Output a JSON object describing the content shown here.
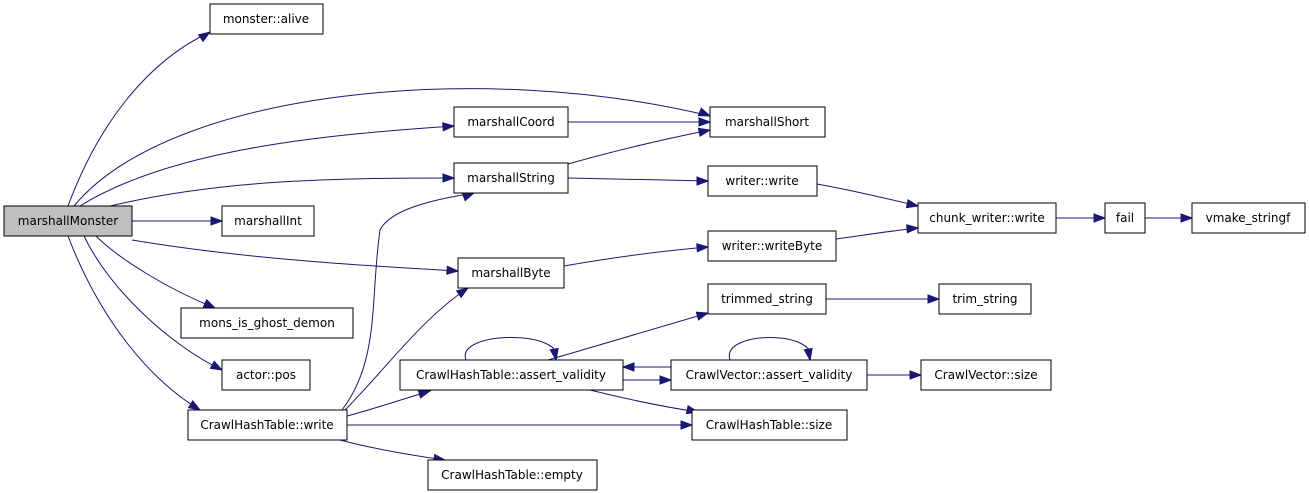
{
  "colors": {
    "edge": "#191970",
    "root_fill": "#bfbfbf",
    "node_fill": "#ffffff",
    "node_border": "#000000"
  },
  "nodes": {
    "marshallMonster": "marshallMonster",
    "monster_alive": "monster::alive",
    "marshallShort": "marshallShort",
    "marshallCoord": "marshallCoord",
    "marshallString": "marshallString",
    "writer_write": "writer::write",
    "chunk_writer_write": "chunk_writer::write",
    "fail": "fail",
    "vmake_stringf": "vmake_stringf",
    "marshallInt": "marshallInt",
    "writer_writeByte": "writer::writeByte",
    "marshallByte": "marshallByte",
    "trimmed_string": "trimmed_string",
    "trim_string": "trim_string",
    "mons_is_ghost_demon": "mons_is_ghost_demon",
    "actor_pos": "actor::pos",
    "CrawlHashTable_assert_validity": "CrawlHashTable::assert_validity",
    "CrawlVector_assert_validity": "CrawlVector::assert_validity",
    "CrawlVector_size": "CrawlVector::size",
    "CrawlHashTable_write": "CrawlHashTable::write",
    "CrawlHashTable_size": "CrawlHashTable::size",
    "CrawlHashTable_empty": "CrawlHashTable::empty"
  }
}
